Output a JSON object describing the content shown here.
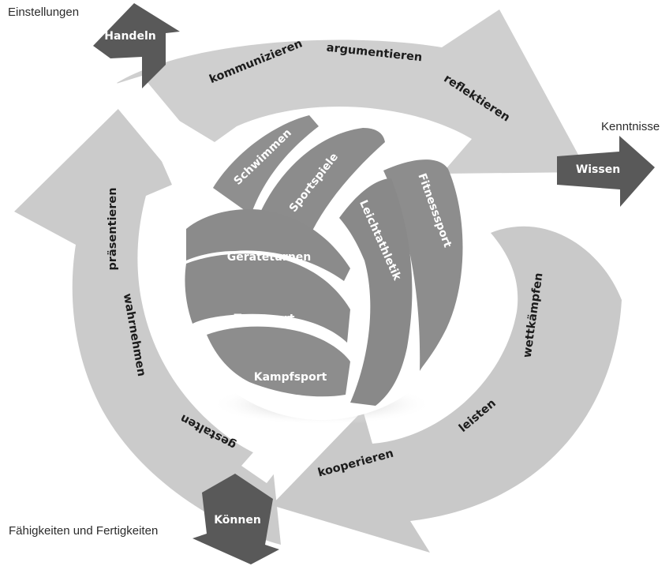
{
  "corners": {
    "einstellungen": "Einstellungen",
    "kenntnisse": "Kenntnisse",
    "faehigkeiten": "Fähigkeiten und Fertigkeiten"
  },
  "outputs": {
    "handeln": "Handeln",
    "wissen": "Wissen",
    "koennen": "Können"
  },
  "verbs": {
    "kommunizieren": "kommunizieren",
    "argumentieren": "argumentieren",
    "reflektieren": "reflektieren",
    "praesentieren": "präsentieren",
    "wahrnehmen": "wahrnehmen",
    "gestalten": "gestalten",
    "wettkaempfen": "wettkämpfen",
    "leisten": "leisten",
    "kooperieren": "kooperieren"
  },
  "sports": {
    "schwimmen": "Schwimmen",
    "sportspiele": "Sportspiele",
    "fitnesssport": "Fitnesssport",
    "geraeteturnen": "Geräteturnen",
    "leichtathletik": "Leichtathletik",
    "tanzsport": "Tanzsport",
    "kampfsport": "Kampfsport"
  }
}
